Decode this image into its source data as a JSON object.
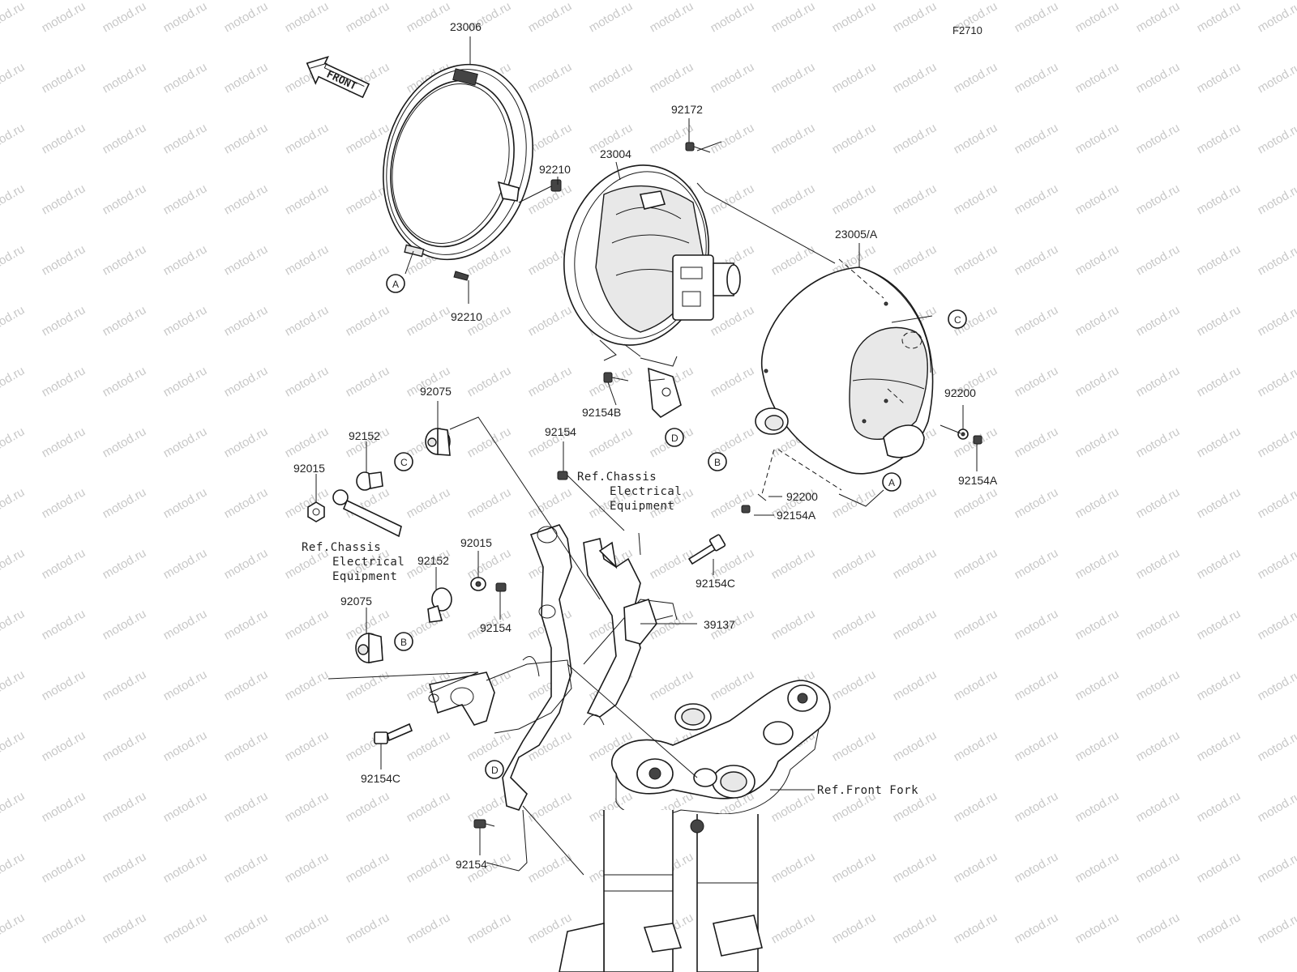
{
  "diagram": {
    "code": "F2710",
    "front_label": "FRONT",
    "watermark": "motod.ru",
    "parts": [
      {
        "id": "lbl-23006",
        "text": "23006"
      },
      {
        "id": "lbl-23004",
        "text": "23004"
      },
      {
        "id": "lbl-92172",
        "text": "92172"
      },
      {
        "id": "lbl-92210-top",
        "text": "92210"
      },
      {
        "id": "lbl-92210-bot",
        "text": "92210"
      },
      {
        "id": "lbl-23005A",
        "text": "23005/A"
      },
      {
        "id": "lbl-92200-right",
        "text": "92200"
      },
      {
        "id": "lbl-92154A-right",
        "text": "92154A"
      },
      {
        "id": "lbl-92200-mid",
        "text": "92200"
      },
      {
        "id": "lbl-92154A-mid",
        "text": "92154A"
      },
      {
        "id": "lbl-92154B",
        "text": "92154B"
      },
      {
        "id": "lbl-92154-top",
        "text": "92154"
      },
      {
        "id": "lbl-92075-top",
        "text": "92075"
      },
      {
        "id": "lbl-92152-top",
        "text": "92152"
      },
      {
        "id": "lbl-92015-left",
        "text": "92015"
      },
      {
        "id": "lbl-92015-mid",
        "text": "92015"
      },
      {
        "id": "lbl-92152-mid",
        "text": "92152"
      },
      {
        "id": "lbl-92075-bot",
        "text": "92075"
      },
      {
        "id": "lbl-92154-mid",
        "text": "92154"
      },
      {
        "id": "lbl-92154C-right",
        "text": "92154C"
      },
      {
        "id": "lbl-39137",
        "text": "39137"
      },
      {
        "id": "lbl-92154C-left",
        "text": "92154C"
      },
      {
        "id": "lbl-92154-bot",
        "text": "92154"
      }
    ],
    "refs": {
      "chassis_top": [
        "Ref.Chassis",
        "Electrical",
        "Equipment"
      ],
      "chassis_left": [
        "Ref.Chassis",
        "Electrical",
        "Equipment"
      ],
      "front_fork": "Ref.Front Fork"
    },
    "markers": {
      "A": "A",
      "B": "B",
      "C": "C",
      "D": "D"
    }
  }
}
